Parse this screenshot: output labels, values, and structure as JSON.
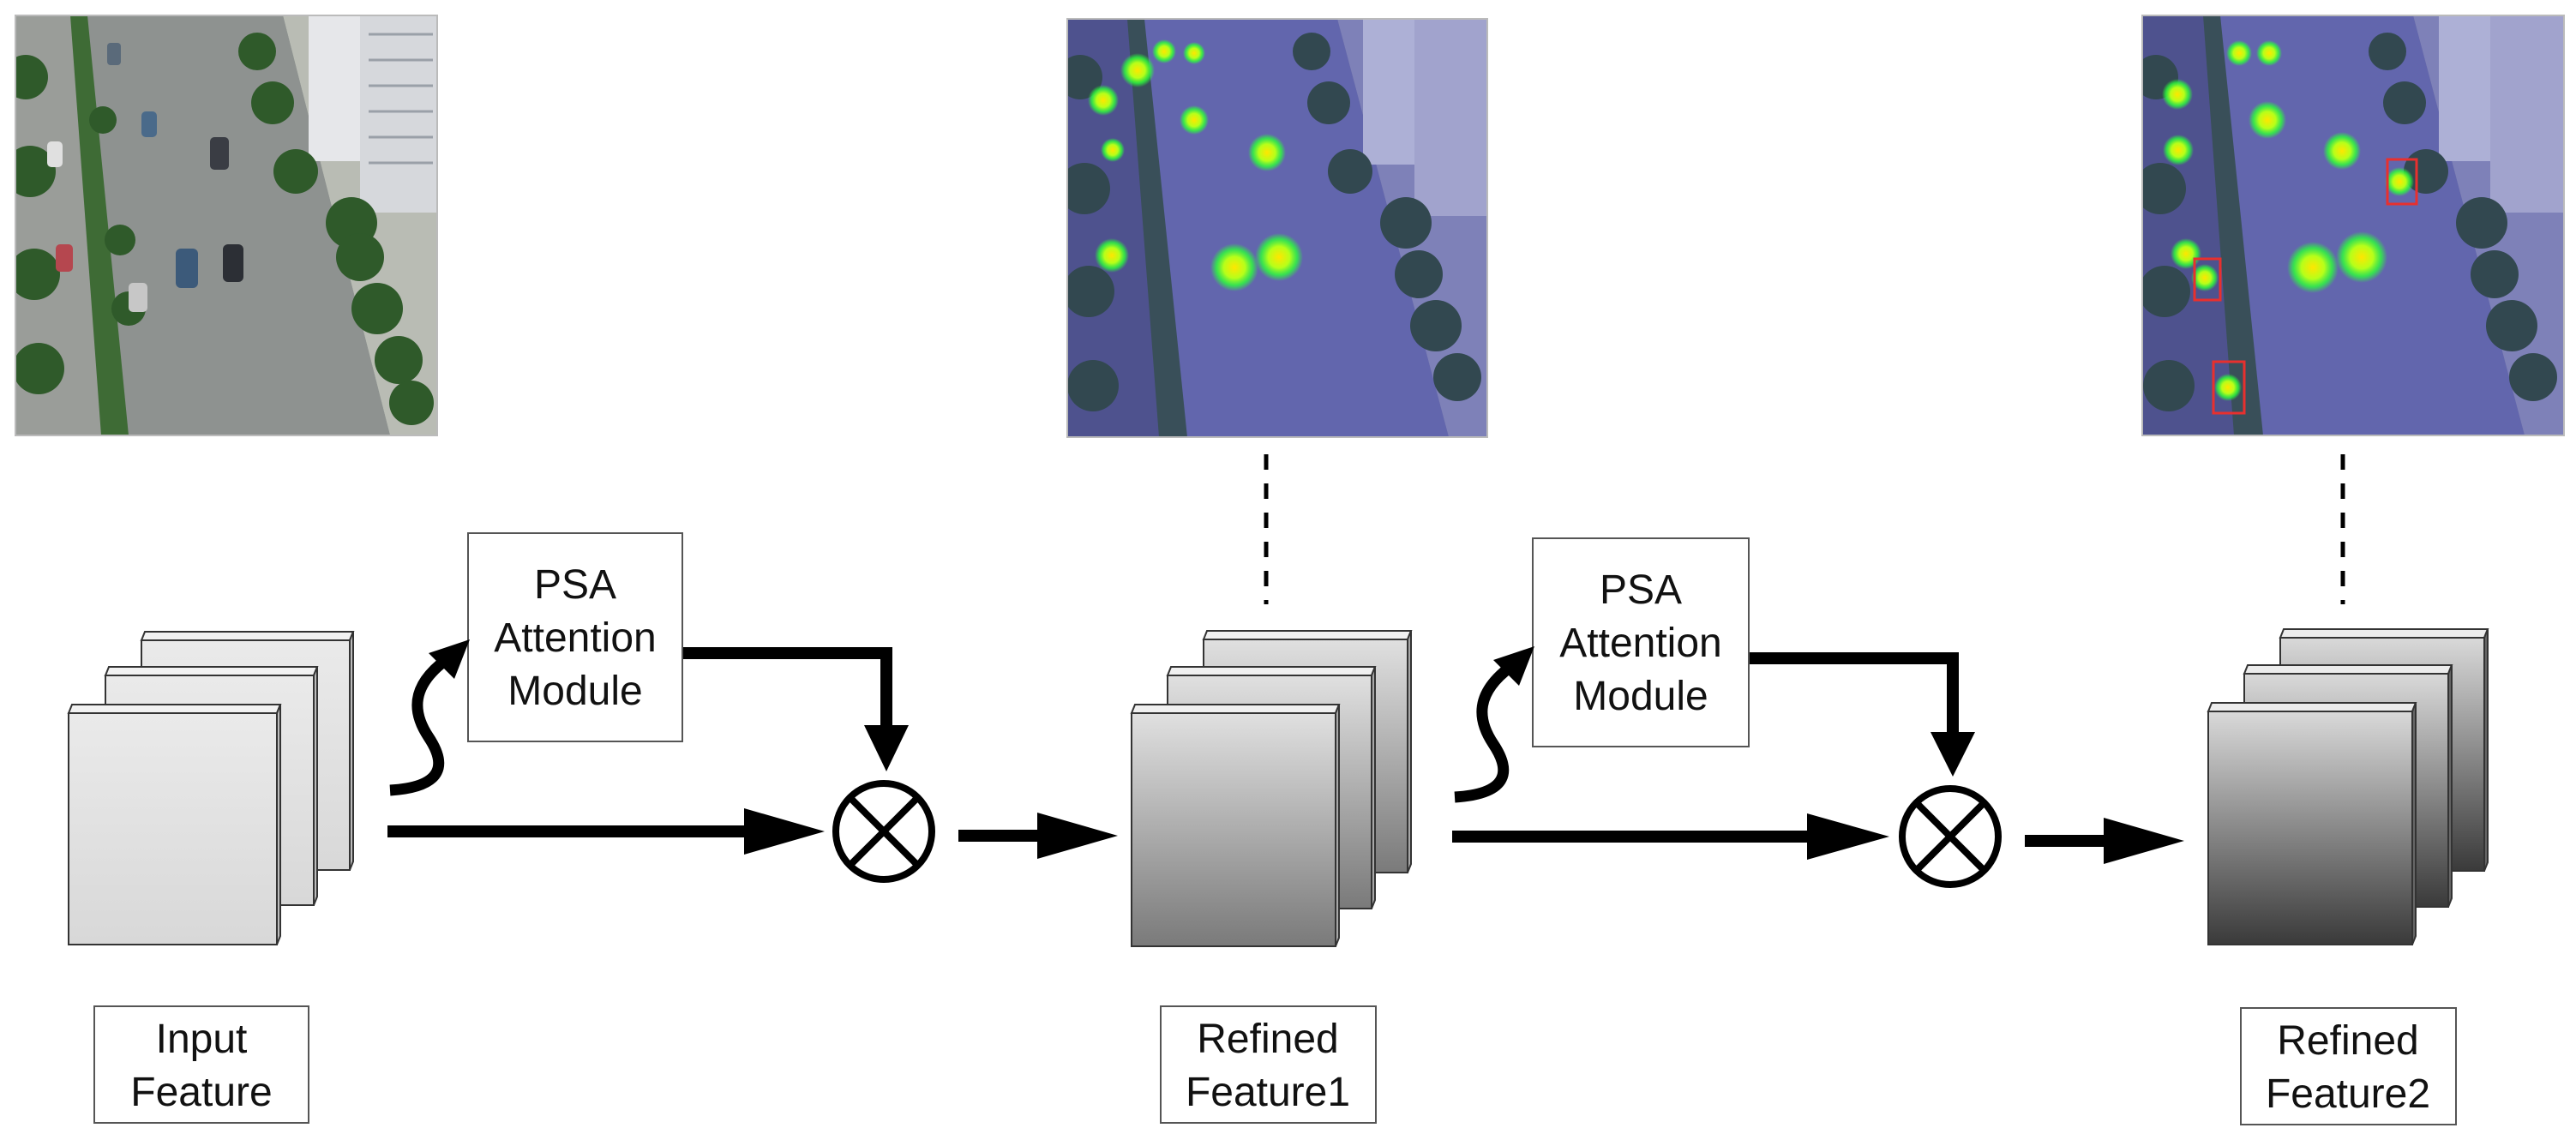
{
  "diagram": {
    "stages": [
      {
        "id": "input",
        "label_lines": [
          "Input",
          "Feature"
        ],
        "image": "aerial street photo"
      },
      {
        "id": "refined1",
        "label_lines": [
          "Refined",
          "Feature1"
        ],
        "image": "aerial street photo with attention heatmap"
      },
      {
        "id": "refined2",
        "label_lines": [
          "Refined",
          "Feature2"
        ],
        "image": "aerial street photo with attention heatmap and detection boxes"
      }
    ],
    "modules": [
      {
        "id": "psa1",
        "label_lines": [
          "PSA",
          "Attention",
          "Module"
        ]
      },
      {
        "id": "psa2",
        "label_lines": [
          "PSA",
          "Attention",
          "Module"
        ]
      }
    ],
    "operators": [
      {
        "id": "mult1",
        "symbol": "⊗",
        "meaning": "element-wise multiplication"
      },
      {
        "id": "mult2",
        "symbol": "⊗",
        "meaning": "element-wise multiplication"
      }
    ]
  },
  "colors": {
    "stroke": "#000000",
    "road": "#8c8c8c",
    "tree": "#2f5a2a",
    "heatmap_overlay": "#5b5fb8",
    "heat_hot": "#ffe600",
    "heat_warm": "#2cff3a",
    "detection_box": "#e8302e"
  }
}
